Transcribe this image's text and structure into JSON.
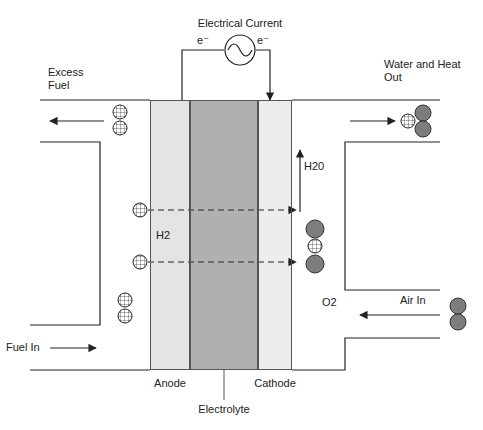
{
  "diagram": {
    "nodes": [
      {
        "text": [
          "Anode"
        ]
      },
      {
        "text": [
          "Electrolyte"
        ]
      },
      {
        "text": [
          "Cathode"
        ]
      },
      {
        "text": [
          "Electrical Current"
        ]
      }
    ],
    "edges": [
      {
        "from": 0,
        "to": 3,
        "label": "e⁻",
        "arrow": "none"
      },
      {
        "from": 3,
        "to": 2,
        "label": "e⁻",
        "arrow": "to"
      }
    ],
    "labels": [
      "Excess Fuel",
      "Water and Heat Out",
      "H2",
      "H20",
      "Fuel In",
      "O2",
      "Air In"
    ]
  }
}
